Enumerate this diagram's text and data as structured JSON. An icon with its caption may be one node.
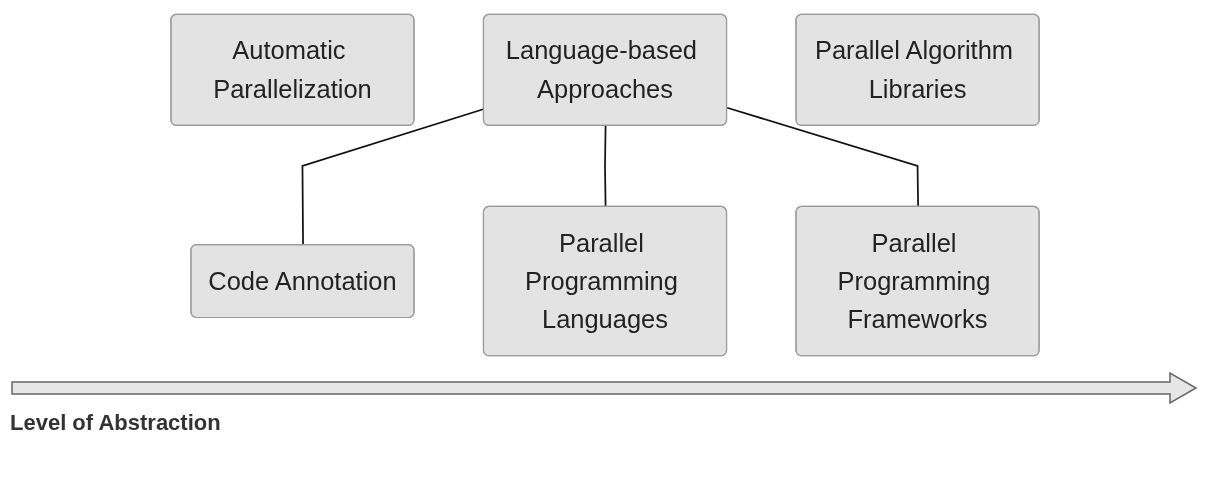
{
  "diagram": {
    "nodes": [
      {
        "text": [
          "Automatic Parallelization"
        ]
      },
      {
        "text": [
          "Language-based Approaches"
        ]
      },
      {
        "text": [
          "Parallel Algorithm Libraries"
        ]
      },
      {
        "text": [
          "Code Annotation"
        ]
      },
      {
        "text": [
          "Parallel Programming Languages"
        ]
      },
      {
        "text": [
          "Parallel Programming Frameworks"
        ]
      }
    ],
    "edges": [
      {
        "from": 1,
        "to": 3,
        "arrow": "none"
      },
      {
        "from": 1,
        "to": 4,
        "arrow": "none"
      },
      {
        "from": 1,
        "to": 5,
        "arrow": "none"
      }
    ],
    "labels": [
      "Level of Abstraction"
    ]
  }
}
